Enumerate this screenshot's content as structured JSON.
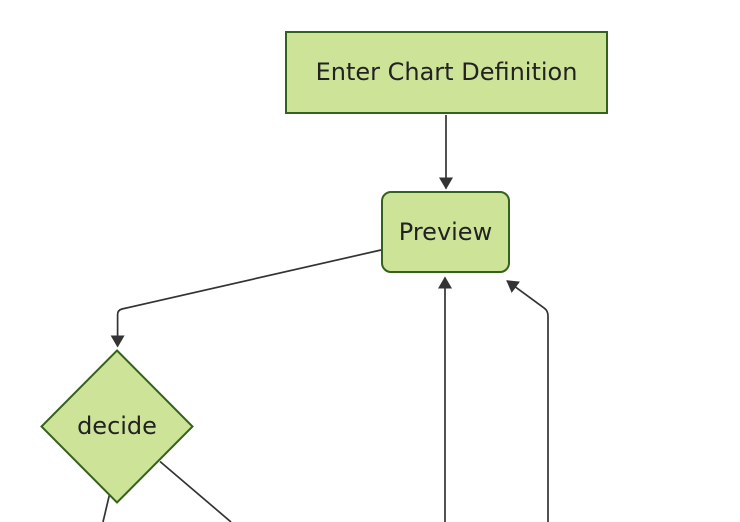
{
  "diagram": {
    "type": "flowchart",
    "orientation": "top-down",
    "nodes": [
      {
        "id": "enter-chart-definition",
        "label": "Enter Chart Definition",
        "shape": "rectangle"
      },
      {
        "id": "preview",
        "label": "Preview",
        "shape": "rounded-rectangle"
      },
      {
        "id": "decide",
        "label": "decide",
        "shape": "diamond"
      }
    ],
    "edges": [
      {
        "from": "enter-chart-definition",
        "to": "preview",
        "arrowhead": true
      },
      {
        "from": "preview",
        "to": "decide",
        "arrowhead": true
      },
      {
        "from": "offscreen-bottom",
        "to": "preview",
        "arrowhead": true
      },
      {
        "from": "offscreen-bottom-right",
        "to": "preview",
        "arrowhead": true
      },
      {
        "from": "decide",
        "to": "offscreen-bottom-left",
        "arrowhead": false
      },
      {
        "from": "decide",
        "to": "offscreen-bottom",
        "arrowhead": false
      }
    ],
    "colors": {
      "background": "#ffffff",
      "node_fill": "#cde498",
      "node_border": "#35621b",
      "edge_line": "#333333",
      "label_text": "#222222"
    }
  }
}
